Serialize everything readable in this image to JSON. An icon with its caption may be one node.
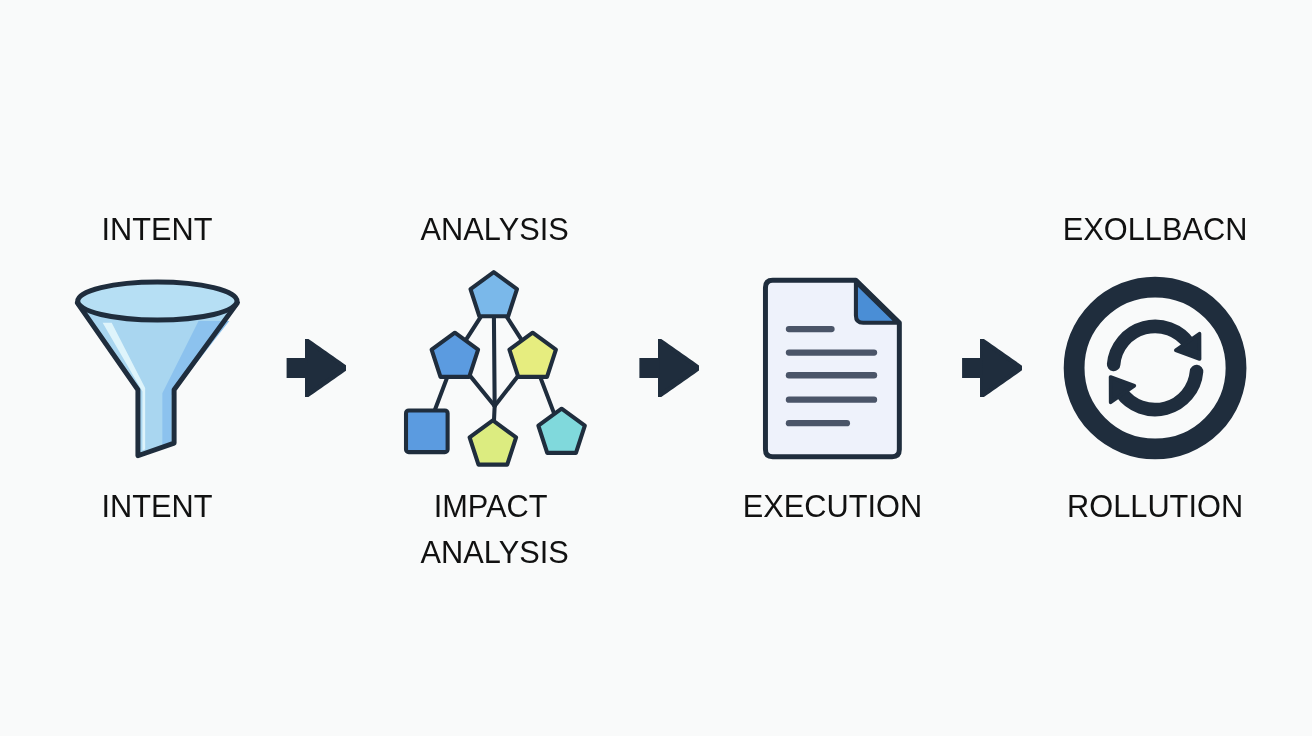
{
  "diagram": {
    "nodes": [
      {
        "text": [
          "INTENT",
          "INTENT"
        ]
      },
      {
        "text": [
          "ANALYSIS",
          "IMPACT ANALYSIS"
        ]
      },
      {
        "text": [
          "EXECUTION"
        ]
      },
      {
        "text": [
          "EXOLLBACN",
          "ROLLUTION"
        ]
      }
    ],
    "edges": [
      {
        "from": 0,
        "to": 1,
        "arrow": "to"
      },
      {
        "from": 1,
        "to": 2,
        "arrow": "to"
      },
      {
        "from": 2,
        "to": 3,
        "arrow": "to"
      }
    ]
  }
}
